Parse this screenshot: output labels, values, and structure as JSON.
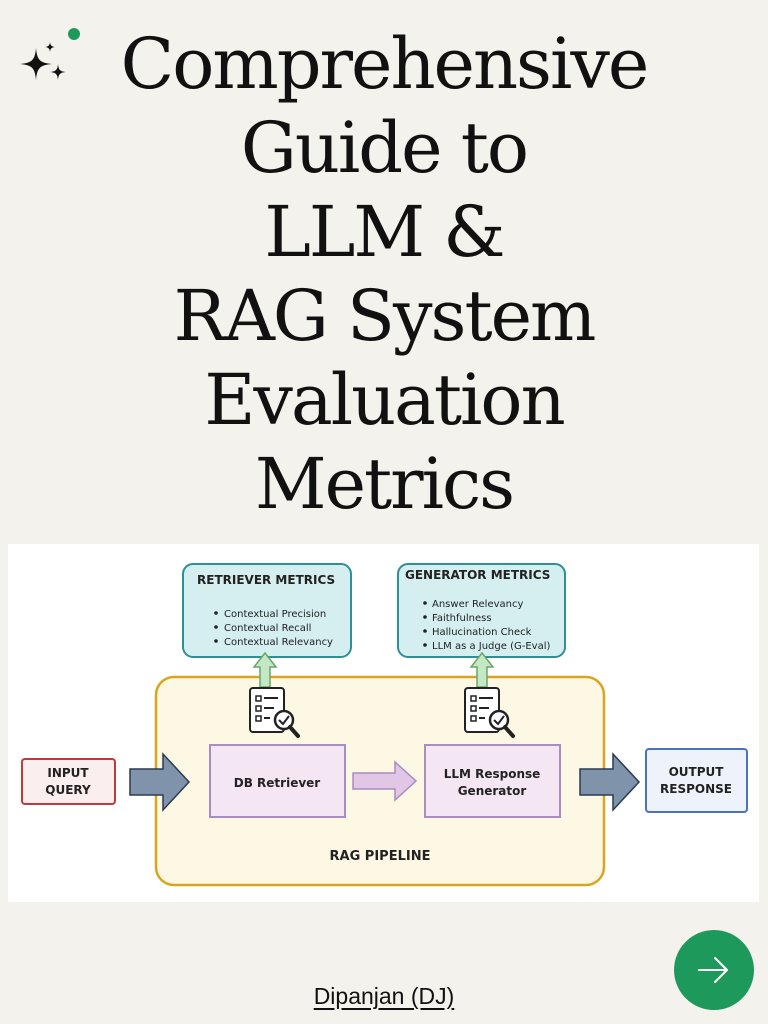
{
  "title_lines": [
    "Comprehensive",
    "Guide to",
    "LLM &",
    "RAG System",
    "Evaluation",
    "Metrics"
  ],
  "diagram": {
    "retriever_metrics": {
      "heading": "RETRIEVER METRICS",
      "items": [
        "Contextual Precision",
        "Contextual Recall",
        "Contextual Relevancy"
      ]
    },
    "generator_metrics": {
      "heading": "GENERATOR METRICS",
      "items": [
        "Answer Relevancy",
        "Faithfulness",
        "Hallucination Check",
        "LLM as a Judge (G-Eval)"
      ]
    },
    "input_query": [
      "INPUT",
      "QUERY"
    ],
    "db_retriever": "DB Retriever",
    "llm_generator": [
      "LLM Response",
      "Generator"
    ],
    "output_response": [
      "OUTPUT",
      "RESPONSE"
    ],
    "pipeline_label": "RAG PIPELINE"
  },
  "author": "Dipanjan (DJ)",
  "icons": {
    "sparkle": "sparkle-icon",
    "checklist": "checklist-magnifier-icon",
    "next": "arrow-right-icon"
  },
  "colors": {
    "background": "#f3f2ec",
    "accent_green": "#1d9a5b",
    "metrics_box_fill": "#d5eef0",
    "metrics_box_stroke": "#2e8f96",
    "pipeline_fill": "#fdf8e4",
    "pipeline_stroke": "#d9a520",
    "component_fill": "#f5e6f4",
    "component_stroke": "#a98cc0",
    "input_stroke": "#c0393b",
    "output_stroke": "#4a73b8",
    "arrow_fill": "#7f93ab"
  }
}
